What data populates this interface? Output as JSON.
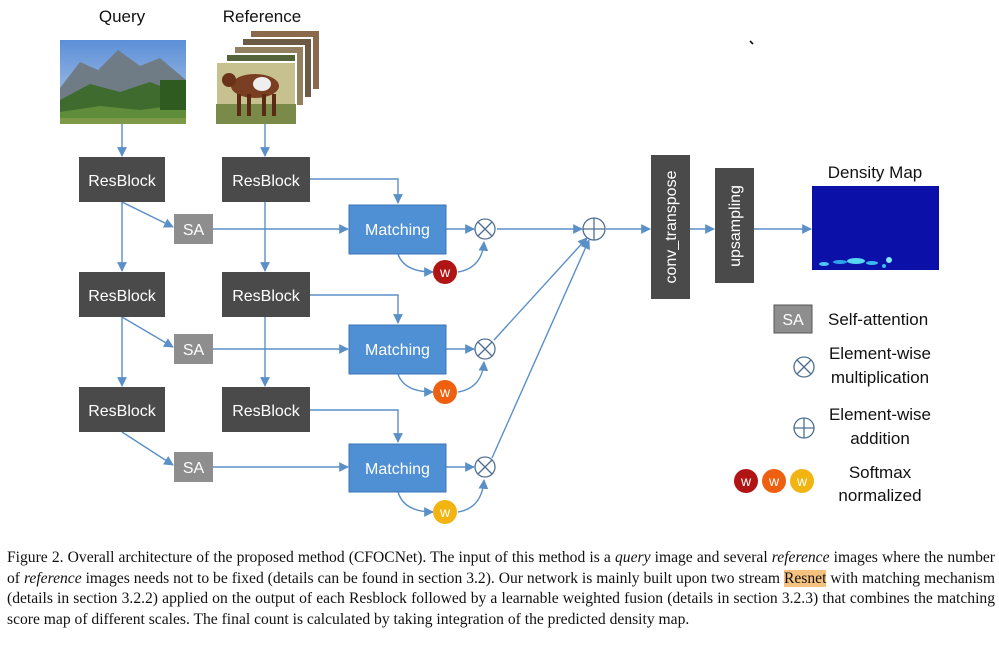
{
  "labels": {
    "query": "Query",
    "reference": "Reference",
    "density_map": "Density Map",
    "resblock": "ResBlock",
    "sa": "SA",
    "matching": "Matching",
    "weight": "w",
    "conv_transpose": "conv_transpose",
    "upsampling": "upsampling"
  },
  "legend": {
    "sa_box": "SA",
    "sa_text": "Self-attention",
    "mult_line1": "Element-wise",
    "mult_line2": "multiplication",
    "add_line1": "Element-wise",
    "add_line2": "addition",
    "softmax_line1": "Softmax",
    "softmax_line2": "normalized"
  },
  "colors": {
    "resblock": "#4a4a4a",
    "sa": "#8e8e8e",
    "matching": "#4f8fd4",
    "arrow": "#5a8fc8",
    "w_level1": "#b01414",
    "w_level2": "#ee6010",
    "w_level3": "#f2b410",
    "density_bg": "#0b11a8"
  },
  "caption": {
    "p1": "Figure 2. Overall architecture of the proposed method (CFOCNet). The input of this method is a ",
    "em1": "query",
    "p2": " image and several ",
    "em2": "reference",
    "p3": " images where the number of ",
    "em3": "reference",
    "p4": " images needs not to be fixed (details can be found in section 3.2). Our network is mainly built upon two stream ",
    "highlight": "Resnet",
    "p5": " with matching mechanism (details in section 3.2.2) applied on the output of each Resblock followed by a learnable weighted fusion (details in section 3.2.3) that combines the matching score map of different scales. The final count is calculated by taking integration of the predicted density map."
  }
}
